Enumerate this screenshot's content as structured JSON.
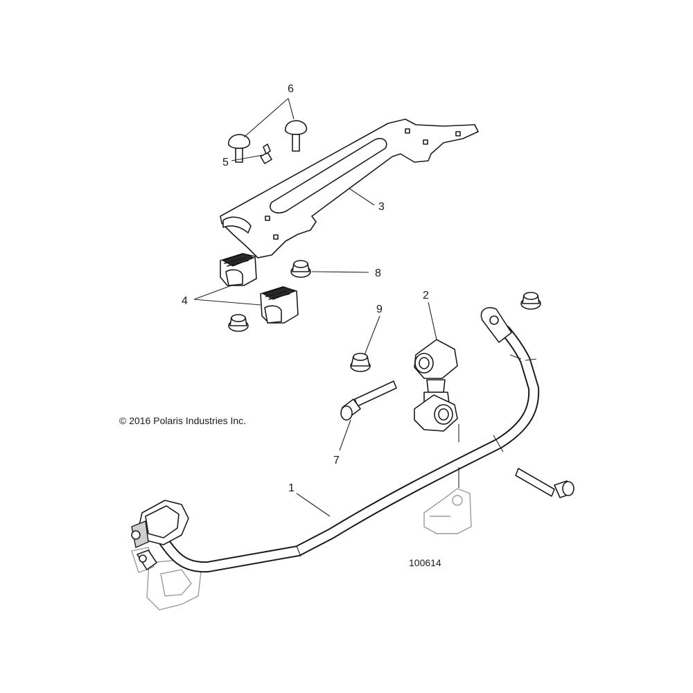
{
  "copyright": "© 2016 Polaris Industries Inc.",
  "figure_number": "100614",
  "callouts": {
    "c1": "1",
    "c2": "2",
    "c3": "3",
    "c4": "4",
    "c5": "5",
    "c6": "6",
    "c7": "7",
    "c8": "8",
    "c9": "9"
  }
}
